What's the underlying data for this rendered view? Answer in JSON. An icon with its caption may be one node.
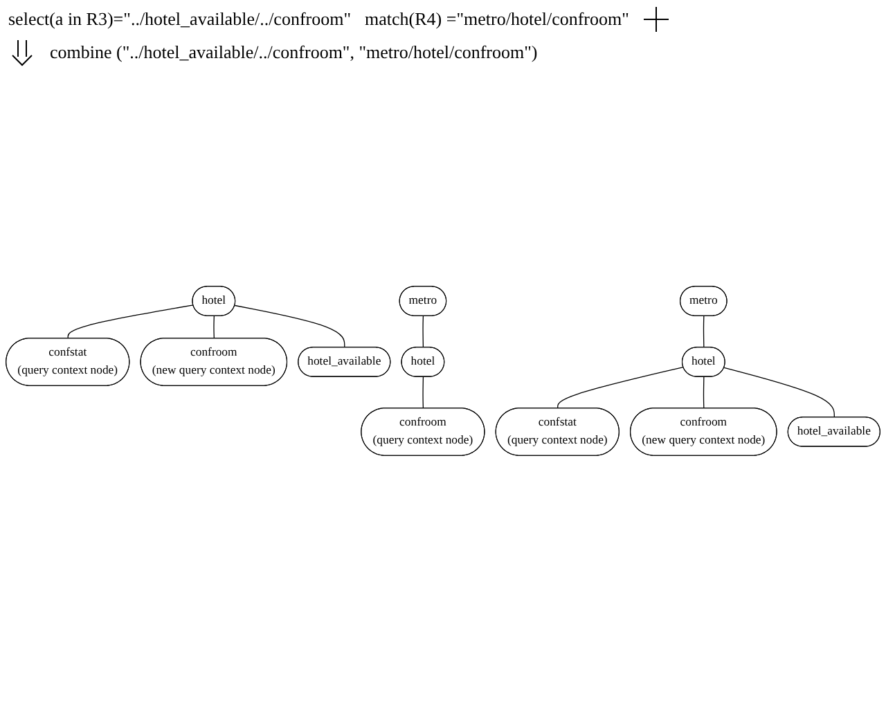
{
  "diagram": {
    "nodes": [
      {
        "text": [
          "hotel"
        ]
      },
      {
        "text": [
          "confstat",
          "(query context node)"
        ]
      },
      {
        "text": [
          "confroom",
          "(new query context node)"
        ]
      },
      {
        "text": [
          "hotel_available"
        ]
      },
      {
        "text": [
          "metro"
        ]
      },
      {
        "text": [
          "hotel"
        ]
      },
      {
        "text": [
          "confroom",
          "(query context node)"
        ]
      },
      {
        "text": [
          "metro"
        ]
      },
      {
        "text": [
          "hotel"
        ]
      },
      {
        "text": [
          "confstat",
          "(query context node)"
        ]
      },
      {
        "text": [
          "confroom",
          "(new query context node)"
        ]
      },
      {
        "text": [
          "hotel_available"
        ]
      }
    ],
    "edges": [
      {
        "from": 0,
        "to": 1,
        "arrow": "none"
      },
      {
        "from": 0,
        "to": 2,
        "arrow": "none"
      },
      {
        "from": 0,
        "to": 3,
        "arrow": "none"
      },
      {
        "from": 4,
        "to": 5,
        "arrow": "none"
      },
      {
        "from": 5,
        "to": 6,
        "arrow": "none"
      },
      {
        "from": 7,
        "to": 8,
        "arrow": "none"
      },
      {
        "from": 8,
        "to": 9,
        "arrow": "none"
      },
      {
        "from": 8,
        "to": 10,
        "arrow": "none"
      },
      {
        "from": 8,
        "to": 11,
        "arrow": "none"
      }
    ],
    "labels": [
      "select(a in R3)=\"../hotel_available/../confroom\"",
      "match(R4) =\"metro/hotel/confroom\"",
      "combine (\"../hotel_available/../confroom\", \"metro/hotel/confroom\")"
    ]
  }
}
